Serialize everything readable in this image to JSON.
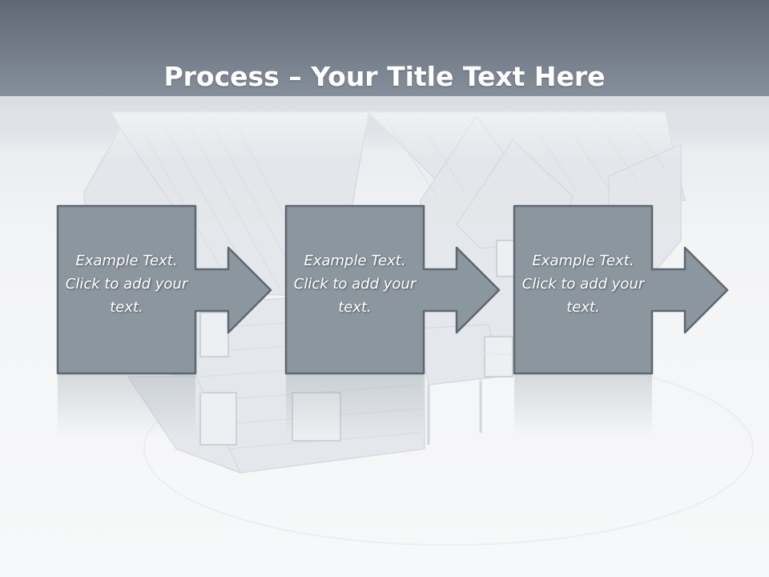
{
  "title": {
    "bold": "Process",
    "rest": " – Your Title Text Here"
  },
  "steps": [
    {
      "text": "Example Text. Click  to add your text."
    },
    {
      "text": "Example Text. Click  to add your text."
    },
    {
      "text": "Example Text. Click  to add your text."
    }
  ],
  "colors": {
    "box_fill": "#8c969f",
    "box_stroke": "#5f6770",
    "header_top": "#5f6874"
  },
  "icons": {
    "background": "house-illustration"
  }
}
